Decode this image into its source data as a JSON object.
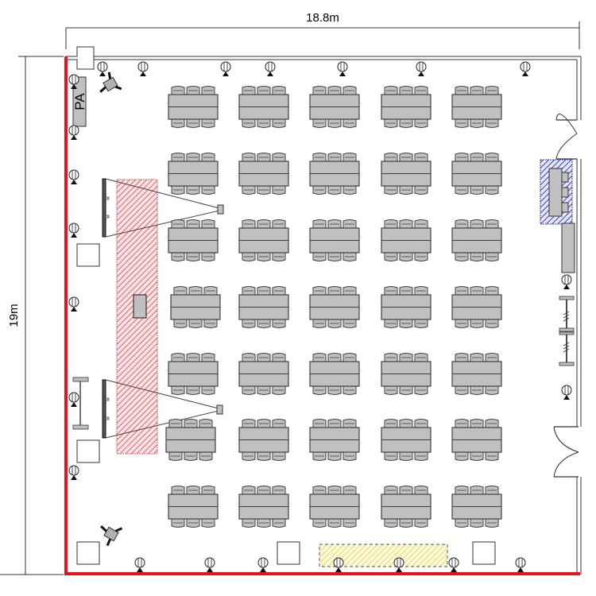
{
  "plan": {
    "width_label": "18.8m",
    "height_label": "19m",
    "pa_label": "PA"
  },
  "colors": {
    "stage_wall": "#e8141b",
    "table_fill": "#c0c0c0",
    "outline": "#404040",
    "stage_hatch": "#e35f66",
    "reception_hatch": "#3b3fbf",
    "display_hatch": "#e8d870"
  },
  "layout": {
    "table_rows": 7,
    "table_columns": 5,
    "seats_per_side": 3
  },
  "icons": {
    "speaker": "speaker-icon",
    "camera": "camera-tripod-icon",
    "screen": "projection-screen-icon",
    "projector": "projector-icon",
    "door": "door-icon"
  }
}
